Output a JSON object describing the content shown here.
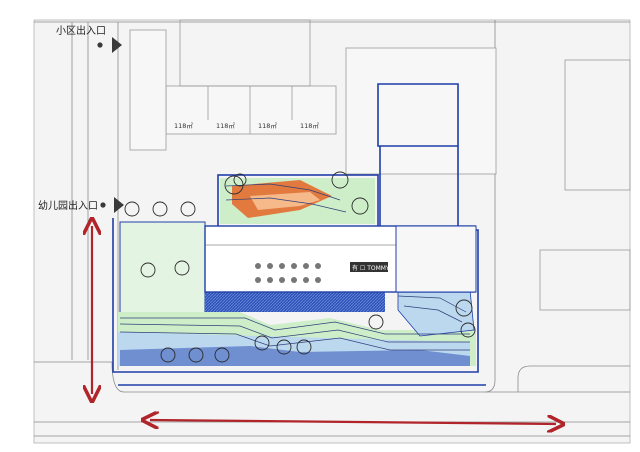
{
  "labels": {
    "community_entrance": "小区出入口",
    "kindergarten_entrance": "幼儿园出入口",
    "building_units": [
      "118㎡",
      "118㎡",
      "118㎡",
      "118㎡"
    ],
    "store_sign": "有 ☐ TOMMY"
  },
  "colors": {
    "site_outline": "#1f3ea8",
    "arrow": "#b0242a",
    "marker": "#3a3a3a",
    "water_light": "#bcd8ef",
    "water_dark": "#2f54b8",
    "lawn": "#cdeec9",
    "feature": "#e27a3f"
  },
  "icons": {
    "entrance_marker": "triangle-marker-icon",
    "dimension_arrow": "double-arrow-icon"
  }
}
